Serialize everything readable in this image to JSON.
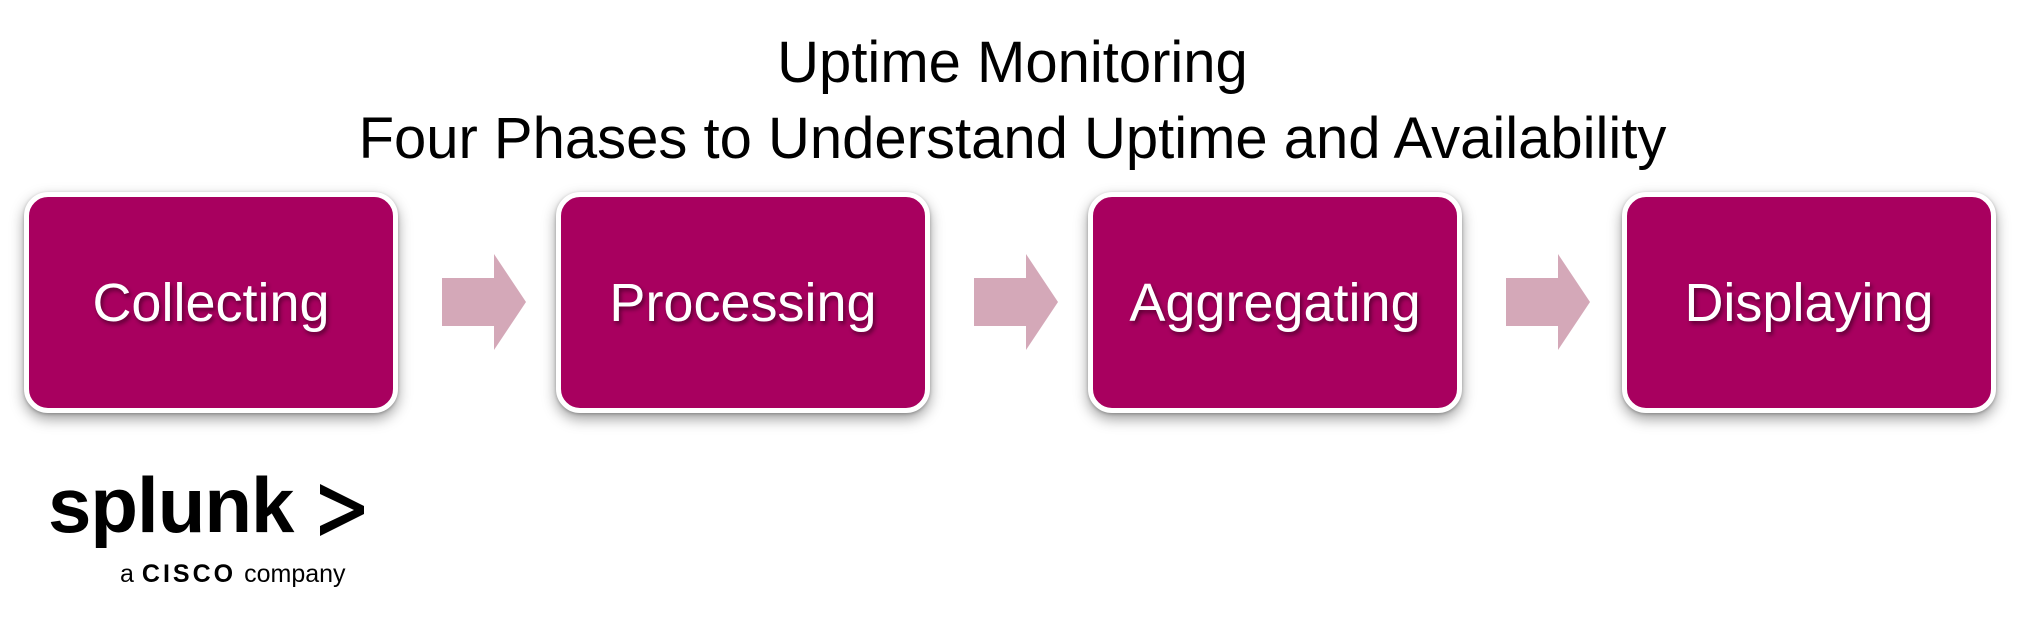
{
  "title": {
    "line1": "Uptime Monitoring",
    "line2": "Four Phases to Understand Uptime and Availability"
  },
  "phases": [
    {
      "label": "Collecting"
    },
    {
      "label": "Processing"
    },
    {
      "label": "Aggregating"
    },
    {
      "label": "Displaying"
    }
  ],
  "logo": {
    "wordmark": "splunk",
    "tagline_prefix": "a",
    "tagline_brand": "CISCO",
    "tagline_suffix": "company"
  },
  "colors": {
    "phase_fill": "#A8005F",
    "phase_border": "#FFFFFF",
    "arrow_fill": "#D4A8B8",
    "text_on_phase": "#FFFFFF",
    "title_text": "#000000"
  },
  "icons": {
    "connector": "right-arrow-icon",
    "logo_mark": "chevron-right-icon"
  }
}
